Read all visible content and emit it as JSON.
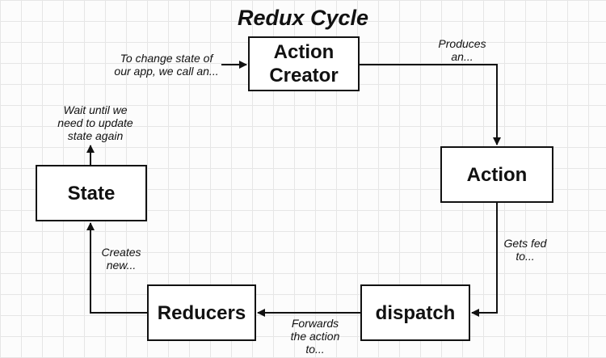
{
  "title": "Redux Cycle",
  "nodes": {
    "action_creator": {
      "line1": "Action",
      "line2": "Creator"
    },
    "action": {
      "label": "Action"
    },
    "dispatch": {
      "label": "dispatch"
    },
    "reducers": {
      "label": "Reducers"
    },
    "state": {
      "label": "State"
    }
  },
  "edge_labels": {
    "to_action_creator": {
      "line1": "To change state of",
      "line2": "our app, we call an..."
    },
    "produces": {
      "line1": "Produces",
      "line2": "an..."
    },
    "gets_fed": {
      "line1": "Gets fed",
      "line2": "to..."
    },
    "forwards": {
      "line1": "Forwards",
      "line2": "the action",
      "line3": "to..."
    },
    "creates_new": {
      "line1": "Creates",
      "line2": "new..."
    },
    "wait_until": {
      "line1": "Wait until we",
      "line2": "need to update",
      "line3": "state again"
    }
  },
  "colors": {
    "stroke": "#111111",
    "node_fill": "#ffffff",
    "grid": "#e6e6e6"
  }
}
